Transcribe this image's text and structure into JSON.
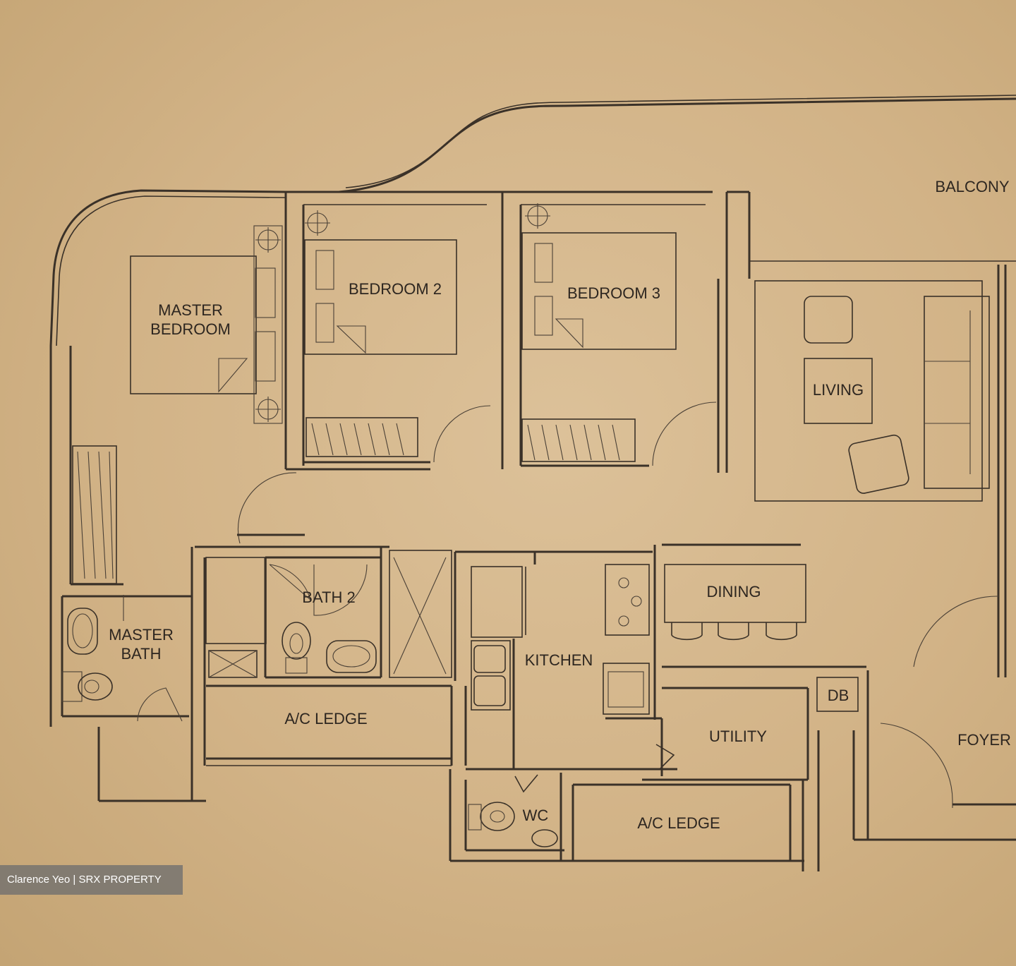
{
  "rooms": {
    "balcony": "BALCONY",
    "master_bedroom_line1": "MASTER",
    "master_bedroom_line2": "BEDROOM",
    "bedroom_2": "BEDROOM 2",
    "bedroom_3": "BEDROOM 3",
    "living": "LIVING",
    "master_bath_line1": "MASTER",
    "master_bath_line2": "BATH",
    "bath_2": "BATH 2",
    "kitchen": "KITCHEN",
    "dining": "DINING",
    "db": "DB",
    "utility": "UTILITY",
    "foyer": "FOYER",
    "ac_ledge_left": "A/C LEDGE",
    "ac_ledge_right": "A/C LEDGE",
    "wc": "WC"
  },
  "watermark": "Clarence Yeo | SRX PROPERTY",
  "colors": {
    "paper": "#d6b98e",
    "ink": "#3a3128",
    "watermark_bg": "#6e6e6e"
  }
}
